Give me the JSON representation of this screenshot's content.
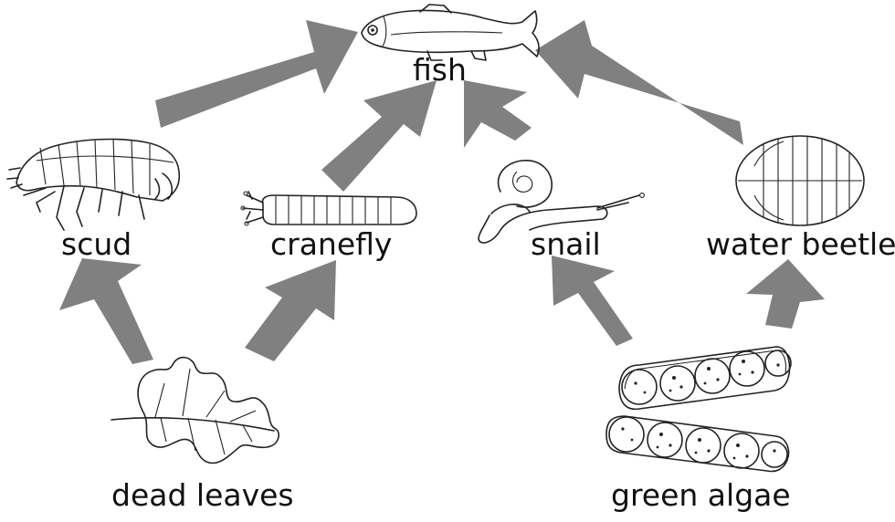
{
  "diagram": {
    "nodes": {
      "fish": "fish",
      "scud": "scud",
      "cranefly": "cranefly",
      "snail": "snail",
      "water_beetle": "water beetle",
      "dead_leaves": "dead leaves",
      "green_algae": "green algae"
    },
    "edges": [
      {
        "from": "scud",
        "to": "fish"
      },
      {
        "from": "cranefly",
        "to": "fish"
      },
      {
        "from": "snail",
        "to": "fish"
      },
      {
        "from": "water beetle",
        "to": "fish"
      },
      {
        "from": "dead leaves",
        "to": "scud"
      },
      {
        "from": "dead leaves",
        "to": "cranefly"
      },
      {
        "from": "green algae",
        "to": "snail"
      },
      {
        "from": "green algae",
        "to": "water beetle"
      }
    ],
    "colors": {
      "arrow": "#808080",
      "ink": "#222222",
      "background": "#ffffff"
    }
  }
}
